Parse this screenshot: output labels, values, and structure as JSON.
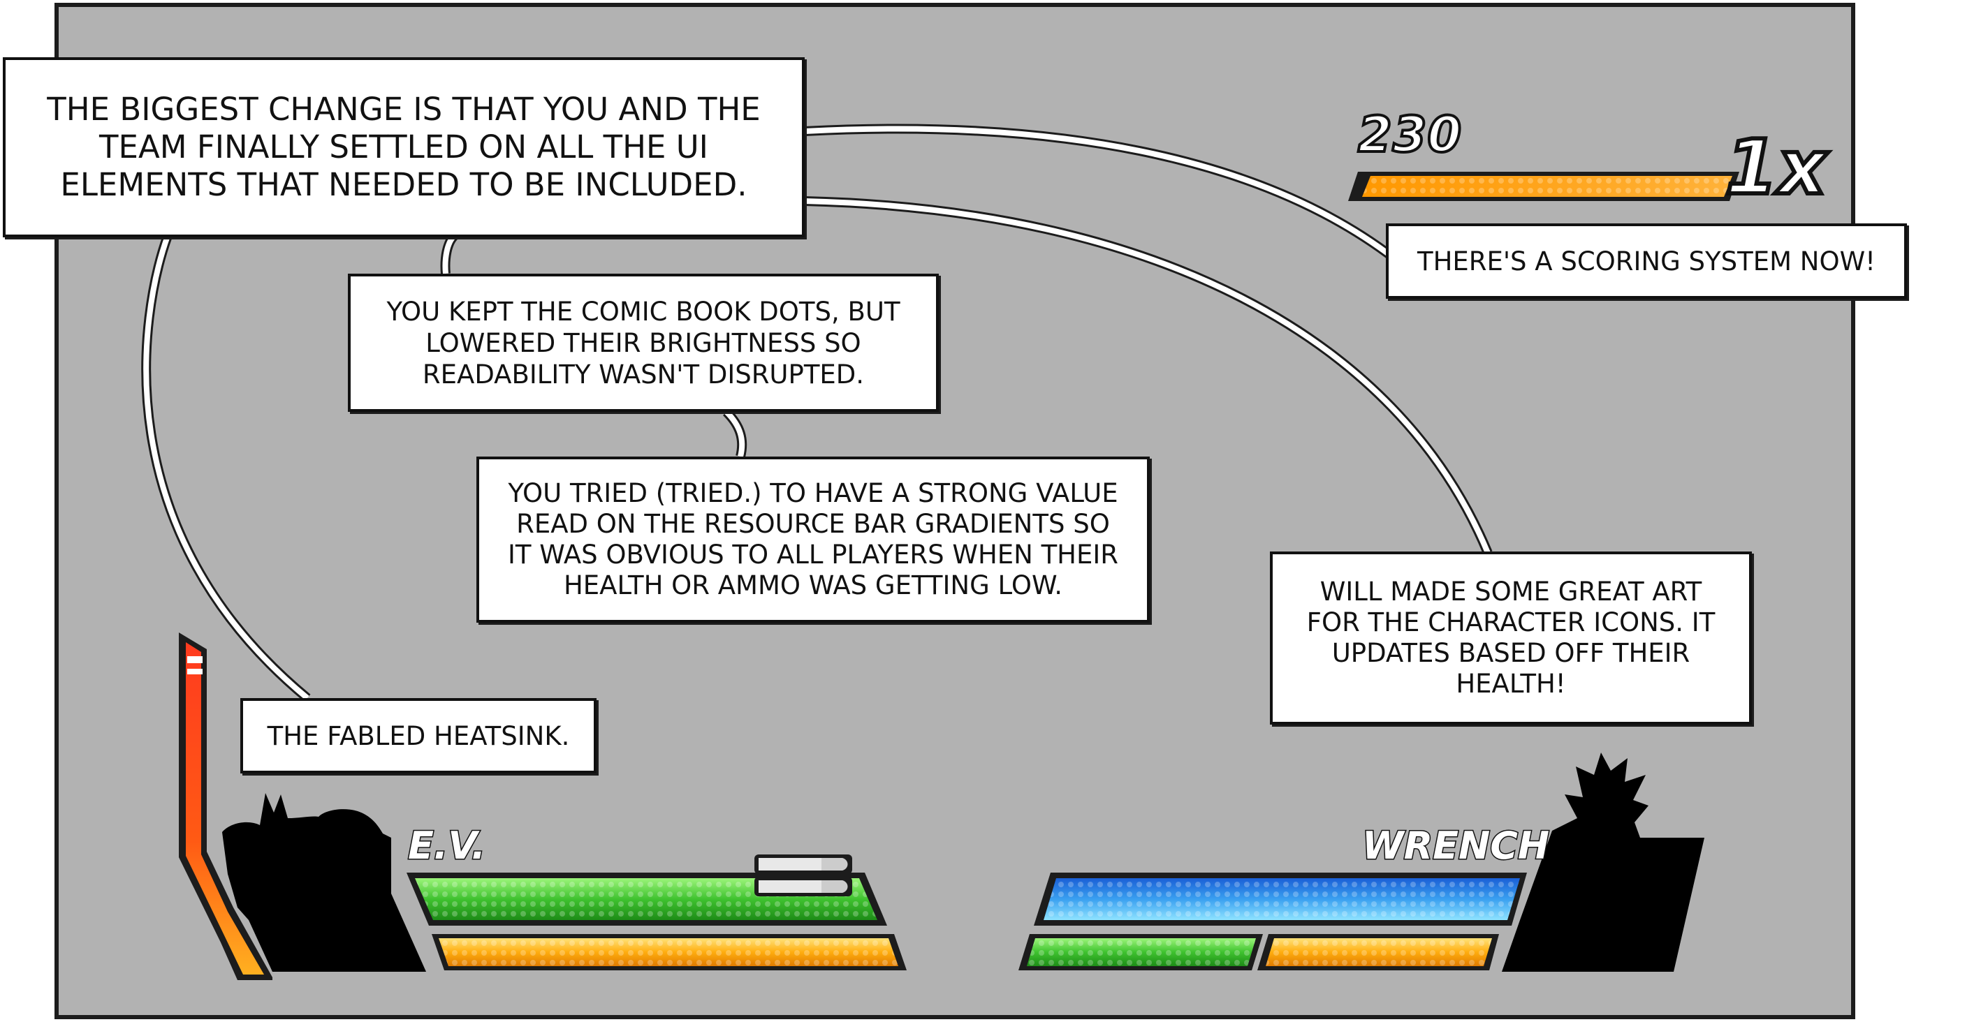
{
  "captions": {
    "main": [
      "The biggest change is that you and the",
      "team finally settled on all the UI",
      "elements that needed to be included."
    ],
    "dots": [
      "You kept the comic book dots, but",
      "lowered their brightness so",
      "readability wasn't disrupted."
    ],
    "gradients": [
      "You tried (tried.) to have a strong value",
      "read on the resource bar gradients so",
      "it was obvious to all players when their",
      "health or ammo was getting low."
    ],
    "scoring": [
      "There's a scoring system now!"
    ],
    "icons": [
      "Will made some great art",
      "for the character icons. It",
      "updates based off their",
      "health!"
    ],
    "heatsink": [
      "The fabled heatsink."
    ]
  },
  "hud": {
    "score": "230",
    "multiplier": "1x",
    "player1_name": "E.V.",
    "player2_name": "WRENCH"
  },
  "colors": {
    "panel_bg": "#b2b2b2",
    "health_green": "#33cc33",
    "ammo_orange": "#ffaa00",
    "shield_blue": "#2b8fe8",
    "heat_red": "#e8201a",
    "score_bar": "#ff9a00"
  },
  "levels": {
    "score_bar_fill": 1.0,
    "heatsink_fill": 0.85,
    "ev_health_fill": 1.0,
    "ev_ammo_fill": 1.0,
    "wrench_shield_fill": 1.0,
    "wrench_health_fill": 1.0,
    "wrench_ammo_fill": 1.0
  }
}
